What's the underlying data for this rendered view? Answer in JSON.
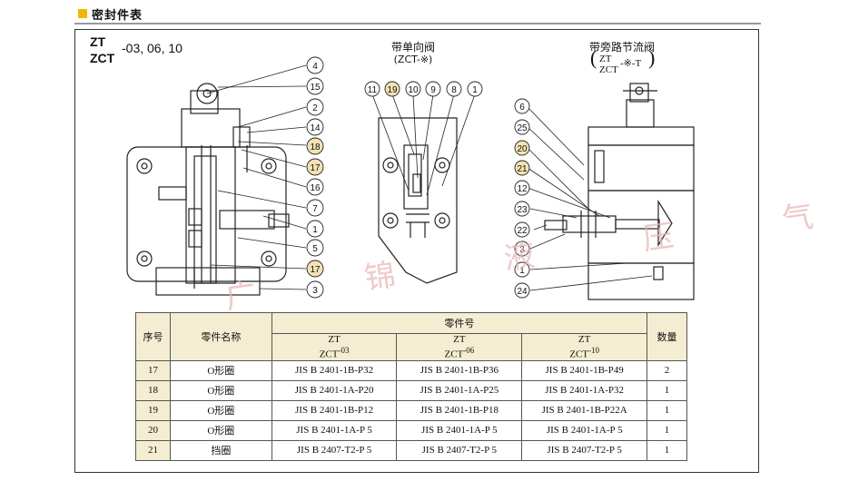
{
  "section": {
    "title": "密封件表"
  },
  "models": {
    "line1": "ZT",
    "line2": "ZCT",
    "sizes": "-03, 06, 10"
  },
  "views": {
    "check": {
      "caption1": "带单向阀",
      "caption2": "(ZCT-※)"
    },
    "throttle": {
      "caption1": "带旁路节流阀",
      "top": "ZT",
      "bottom": "ZCT",
      "suffix": "-※-T"
    }
  },
  "watermark": "广 锦 液 压 气 动",
  "callouts": {
    "left": [
      "4",
      "15",
      "2",
      "14",
      "18",
      "17",
      "16",
      "7",
      "1",
      "5",
      "17",
      "3"
    ],
    "middle": [
      "11",
      "19",
      "10",
      "9",
      "8",
      "1"
    ],
    "right": [
      "6",
      "25",
      "20",
      "21",
      "12",
      "23",
      "22",
      "3",
      "1",
      "24"
    ]
  },
  "highlight_color": "#f3e3b2",
  "table": {
    "headers": {
      "no": "序号",
      "name": "零件名称",
      "part_no": "零件号",
      "qty": "数量"
    },
    "sub_headers": [
      {
        "top": "ZT",
        "bottom": "ZCT",
        "sup": "-03"
      },
      {
        "top": "ZT",
        "bottom": "ZCT",
        "sup": "-06"
      },
      {
        "top": "ZT",
        "bottom": "ZCT",
        "sup": "-10"
      }
    ],
    "rows": [
      {
        "no": "17",
        "name": "O形圈",
        "p03": "JIS B 2401-1B-P32",
        "p06": "JIS B 2401-1B-P36",
        "p10": "JIS B 2401-1B-P49",
        "qty": "2"
      },
      {
        "no": "18",
        "name": "O形圈",
        "p03": "JIS B 2401-1A-P20",
        "p06": "JIS B 2401-1A-P25",
        "p10": "JIS B 2401-1A-P32",
        "qty": "1"
      },
      {
        "no": "19",
        "name": "O形圈",
        "p03": "JIS B 2401-1B-P12",
        "p06": "JIS B 2401-1B-P18",
        "p10": "JIS B 2401-1B-P22A",
        "qty": "1"
      },
      {
        "no": "20",
        "name": "O形圈",
        "p03": "JIS B 2401-1A-P 5",
        "p06": "JIS B 2401-1A-P 5",
        "p10": "JIS B 2401-1A-P 5",
        "qty": "1"
      },
      {
        "no": "21",
        "name": "挡圈",
        "p03": "JIS B 2407-T2-P 5",
        "p06": "JIS B 2407-T2-P 5",
        "p10": "JIS B 2407-T2-P 5",
        "qty": "1"
      }
    ]
  }
}
